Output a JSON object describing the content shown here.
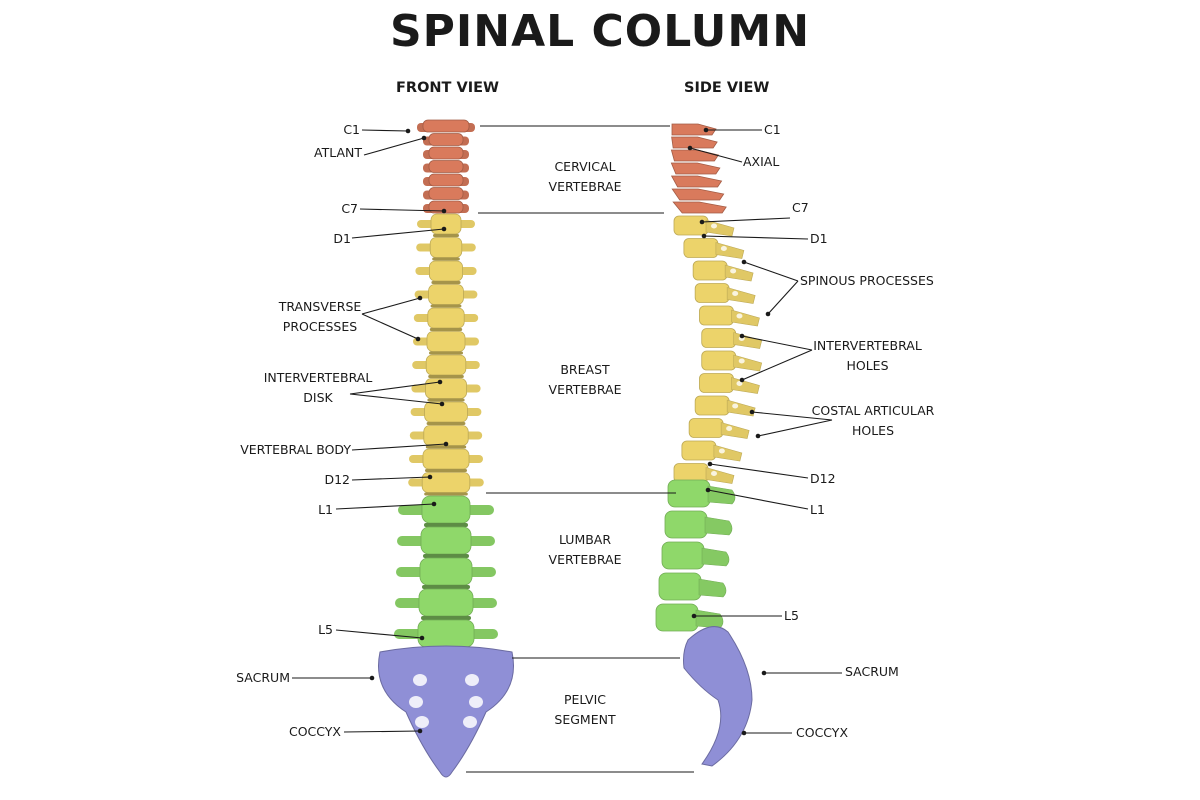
{
  "title": "SPINAL COLUMN",
  "views": {
    "front": "FRONT VIEW",
    "side": "SIDE VIEW"
  },
  "segments": {
    "cervical": "CERVICAL\nVERTEBRAE",
    "breast": "BREAST\nVERTEBRAE",
    "lumbar": "LUMBAR\nVERTEBRAE",
    "pelvic": "PELVIC\nSEGMENT"
  },
  "front_labels": {
    "c1": "C1",
    "atlant": "ATLANT",
    "c7": "C7",
    "d1": "D1",
    "transverse": "TRANSVERSE\nPROCESSES",
    "disk": "INTERVERTEBRAL\nDISK",
    "body": "VERTEBRAL BODY",
    "d12": "D12",
    "l1": "L1",
    "l5": "L5",
    "sacrum": "SACRUM",
    "coccyx": "COCCYX"
  },
  "side_labels": {
    "c1": "C1",
    "axial": "AXIAL",
    "c7": "C7",
    "d1": "D1",
    "spinous": "SPINOUS PROCESSES",
    "holes": "INTERVERTEBRAL\nHOLES",
    "costal": "COSTAL ARTICULAR\nHOLES",
    "d12": "D12",
    "l1": "L1",
    "l5": "L5",
    "sacrum": "SACRUM",
    "coccyx": "COCCYX"
  },
  "colors": {
    "cervical": "#d97a5c",
    "thoracic": "#ecd36a",
    "lumbar": "#8fd86a",
    "pelvic": "#8f8fd6",
    "line": "#1a1a1a"
  }
}
